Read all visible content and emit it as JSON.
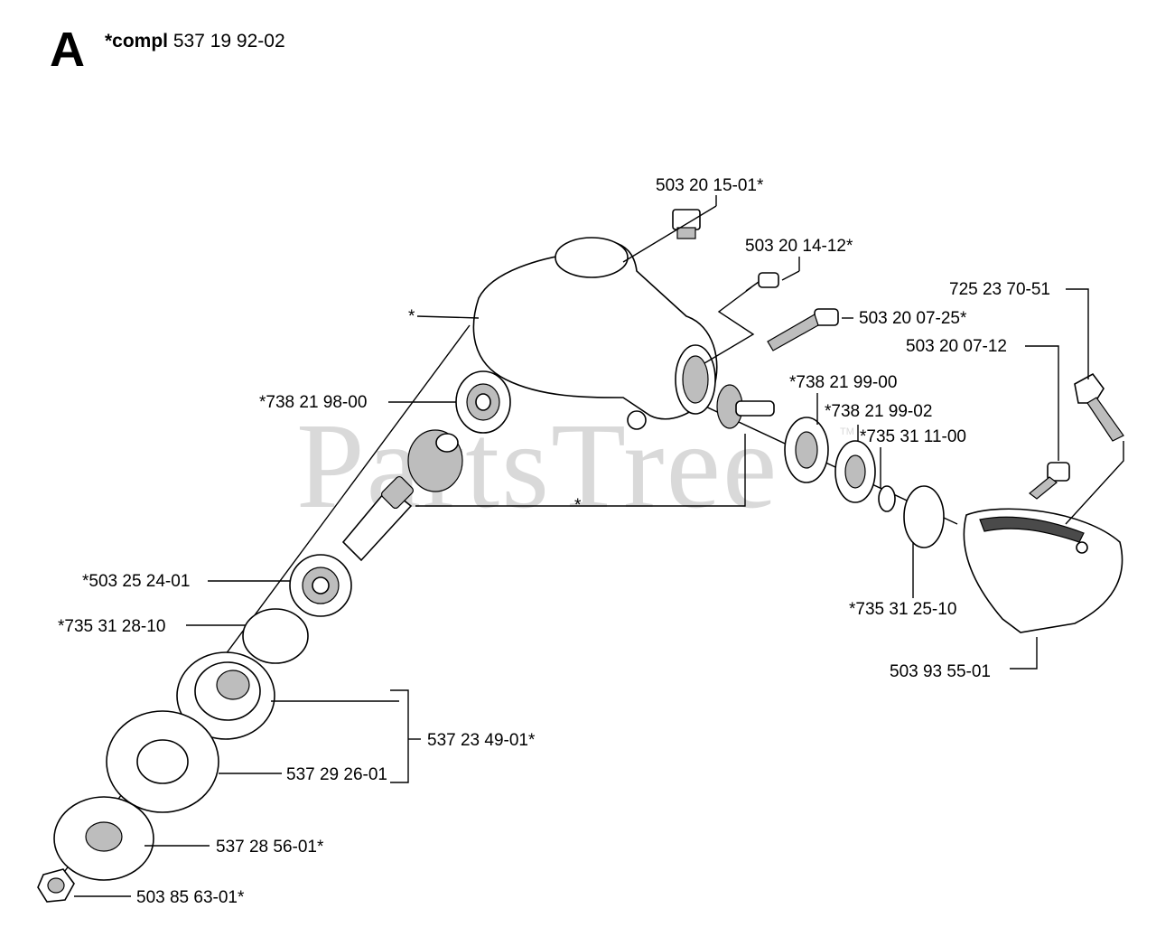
{
  "header": {
    "section": "A",
    "compl_prefix": "*compl",
    "compl_number": "537 19 92-02"
  },
  "watermark": {
    "text": "PartsTree",
    "tm": "TM"
  },
  "labels": {
    "p_503201501": "503 20 15-01*",
    "p_503201412": "503 20 14-12*",
    "p_725237051": "725 23 70-51",
    "p_housing": "*",
    "p_503200725": "503 20 07-25*",
    "p_503200712": "503 20 07-12",
    "p_738219800": "*738 21 98-00",
    "p_738219900": "*738 21 99-00",
    "p_738219902": "*738 21 99-02",
    "p_735311100": "*735 31 11-00",
    "p_shaft": "*",
    "p_503252401": "*503 25 24-01",
    "p_735312810": "*735 31 28-10",
    "p_735312510": "*735 31 25-10",
    "p_503935501": "503 93 55-01",
    "p_537234901": "537 23 49-01*",
    "p_537292601": "537 29 26-01",
    "p_537285601": "537 28 56-01*",
    "p_503856301": "503 85 63-01*"
  }
}
